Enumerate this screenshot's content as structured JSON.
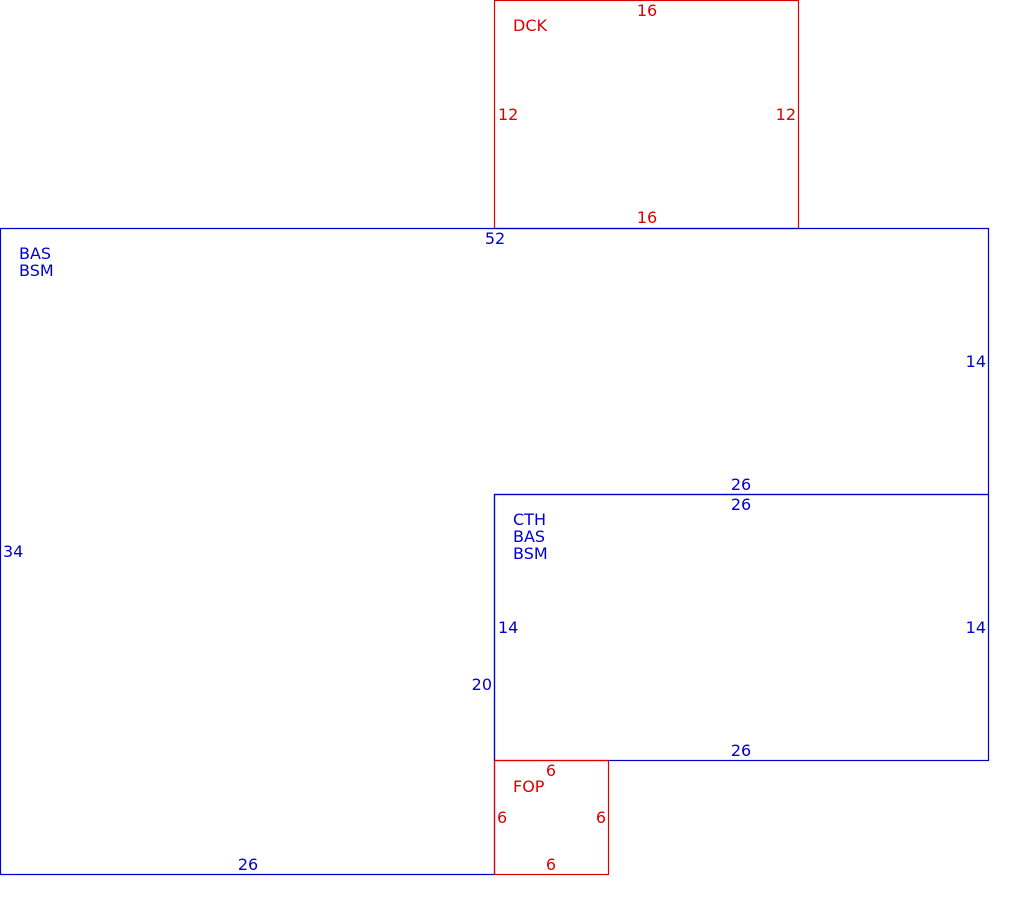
{
  "colors": {
    "living": "#0000cc",
    "exterior": "#dd0000"
  },
  "areas": {
    "deck": {
      "codes": [
        "DCK"
      ],
      "dims": {
        "top": "16",
        "left": "12",
        "right": "12",
        "bottom": "16"
      }
    },
    "main": {
      "codes": [
        "BAS",
        "BSM"
      ],
      "dims": {
        "top": "52",
        "right": "14",
        "left": "34",
        "bottom": "26",
        "inner_top": "26",
        "inner_left": "20"
      }
    },
    "garage": {
      "codes": [
        "CTH",
        "BAS",
        "BSM"
      ],
      "dims": {
        "top": "26",
        "left": "14",
        "right": "14",
        "bottom": "26"
      }
    },
    "porch": {
      "codes": [
        "FOP"
      ],
      "dims": {
        "top": "6",
        "left": "6",
        "right": "6",
        "bottom": "6"
      }
    }
  }
}
